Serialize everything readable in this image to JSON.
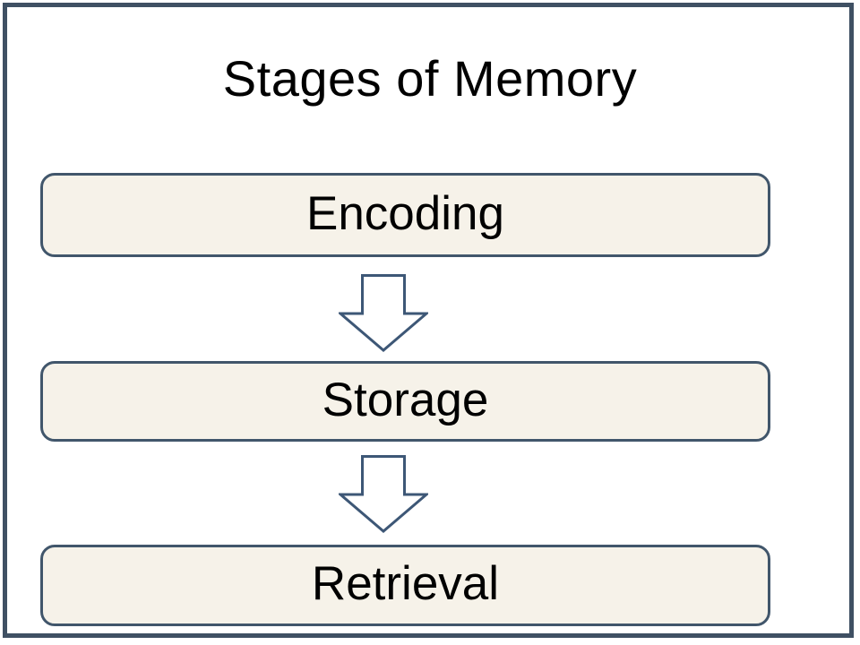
{
  "title": "Stages of Memory",
  "stages": [
    {
      "label": "Encoding"
    },
    {
      "label": "Storage"
    },
    {
      "label": "Retrieval"
    }
  ],
  "icons": {
    "arrow_1": "down-block-arrow-icon",
    "arrow_2": "down-block-arrow-icon"
  },
  "colors": {
    "background": "#ffffff",
    "frame_border": "#3f5063",
    "box_border": "#41566b",
    "box_fill": "#f6f2e9",
    "arrow_stroke": "#3d5776",
    "arrow_fill": "#ffffff",
    "text": "#000000"
  }
}
